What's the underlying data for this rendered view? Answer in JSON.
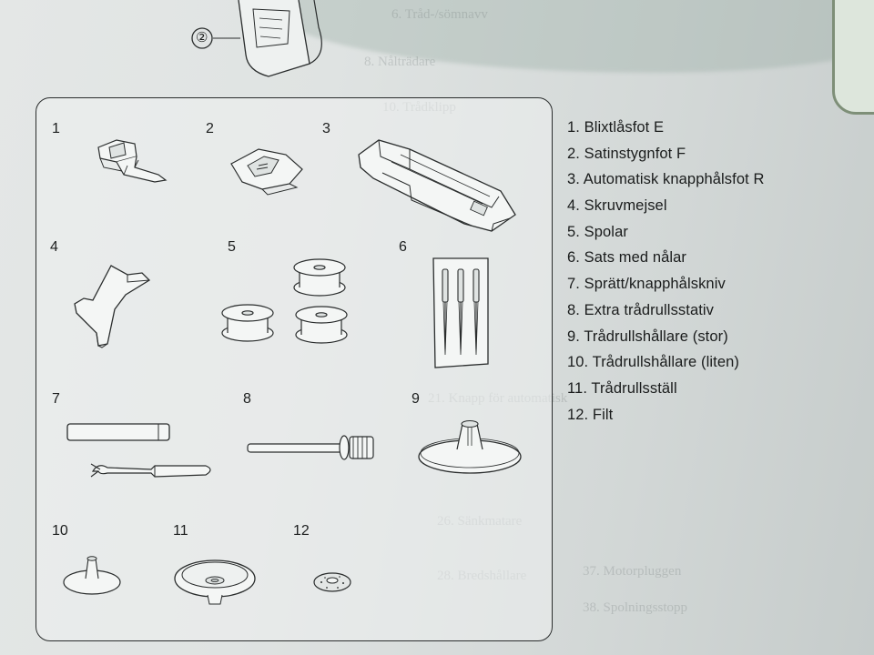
{
  "circled_label": "②",
  "panel": {
    "numbers": [
      "1",
      "2",
      "3",
      "4",
      "5",
      "6",
      "7",
      "8",
      "9",
      "10",
      "11",
      "12"
    ]
  },
  "legend": [
    "1. Blixtlåsfot E",
    "2. Satinstygnfot F",
    "3. Automatisk knapphålsfot R",
    "4. Skruvmejsel",
    "5. Spolar",
    "6. Sats med nålar",
    "7. Sprätt/knapphålskniv",
    "8. Extra trådrullsstativ",
    "9. Trådrullshållare (stor)",
    "10. Trådrullshållare (liten)",
    "11. Trådrullsställ",
    "12. Filt"
  ],
  "icons": [
    "zipper-foot-icon",
    "satin-stitch-foot-icon",
    "buttonhole-foot-icon",
    "screwdriver-icon",
    "bobbins-icon",
    "needles-pack-icon",
    "seam-ripper-icon",
    "spool-pin-icon",
    "large-spool-cap-icon",
    "small-spool-cap-icon",
    "spool-stand-icon",
    "felt-icon"
  ],
  "colors": {
    "ink": "#1c1e1e",
    "paper": "#e0e4e3"
  }
}
